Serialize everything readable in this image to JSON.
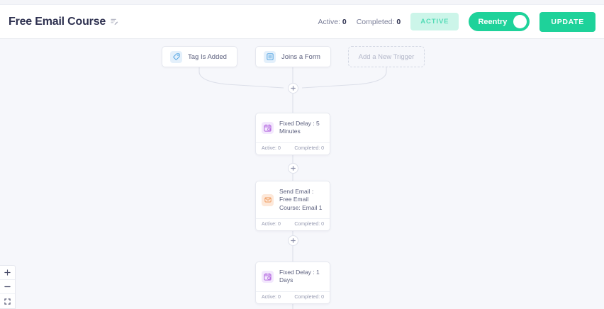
{
  "header": {
    "title": "Free Email Course",
    "edit_icon": "edit-pencil-icon",
    "stats": {
      "active_label": "Active:",
      "active_value": "0",
      "completed_label": "Completed:",
      "completed_value": "0"
    },
    "status_badge": "ACTIVE",
    "reentry_toggle_label": "Reentry",
    "update_button": "UPDATE",
    "accent_color": "#1ed29a",
    "badge_bg": "#ccf5e9",
    "badge_text_color": "#53dbb6"
  },
  "canvas": {
    "triggers": [
      {
        "label": "Tag Is Added",
        "icon": "tag-icon",
        "icon_color": "#4a9fe0",
        "ghost": false
      },
      {
        "label": "Joins a Form",
        "icon": "form-icon",
        "icon_color": "#4a9fe0",
        "ghost": false
      },
      {
        "label": "Add a New Trigger",
        "icon": "none",
        "icon_color": "#b3b7c9",
        "ghost": true
      }
    ],
    "nodes": [
      {
        "title": "Fixed Delay : 5 Minutes",
        "icon": "clock-delay-icon",
        "icon_color": "#b56ae0",
        "active_label": "Active: 0",
        "completed_label": "Completed: 0"
      },
      {
        "title": "Send Email : Free Email Course: Email 1",
        "icon": "envelope-icon",
        "icon_color": "#ef9a5d",
        "active_label": "Active: 0",
        "completed_label": "Completed: 0"
      },
      {
        "title": "Fixed Delay : 1 Days",
        "icon": "clock-delay-icon",
        "icon_color": "#b56ae0",
        "active_label": "Active: 0",
        "completed_label": "Completed: 0"
      }
    ],
    "add_step_buttons": [
      "add-step-1",
      "add-step-2",
      "add-step-3"
    ],
    "background_color": "#f6f7fb",
    "edge_color": "#dcdfe9"
  },
  "zoom_controls": {
    "zoom_in": "zoom-in-icon",
    "zoom_out": "zoom-out-icon",
    "fit_screen": "fit-screen-icon"
  }
}
